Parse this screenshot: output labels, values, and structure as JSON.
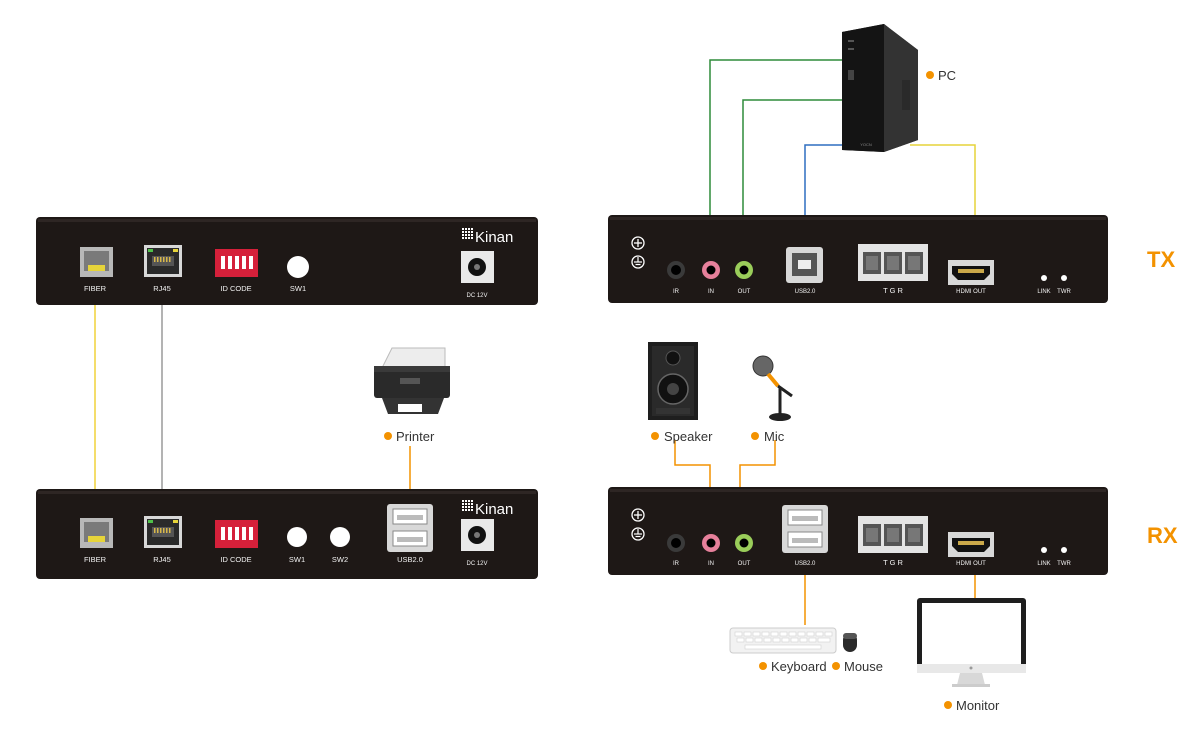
{
  "colors": {
    "orange": "#f39200",
    "device_body": "#1e1816",
    "id_code_red": "#d5203a",
    "fiber_line": "#f0d23a",
    "rj45_line": "#9a9a9a",
    "green_line": "#2e8b3a",
    "blue_line": "#2e6fc0",
    "yellow_line": "#e6d43a"
  },
  "left_tx": {
    "brand": "Kinan",
    "fiber": "FIBER",
    "rj45": "RJ45",
    "id_code": "ID CODE",
    "sw1": "SW1",
    "dc": "DC 12V"
  },
  "left_rx": {
    "brand": "Kinan",
    "fiber": "FIBER",
    "rj45": "RJ45",
    "id_code": "ID CODE",
    "sw1": "SW1",
    "sw2": "SW2",
    "usb": "USB2.0",
    "dc": "DC 12V"
  },
  "right_tx": {
    "side_label": "TX",
    "ir": "IR",
    "in": "IN",
    "out": "OUT",
    "usb": "USB2.0",
    "tgr": "T G R",
    "hdmi": "HDMI OUT",
    "link": "LINK",
    "twr": "TWR",
    "pc_case_text": "YOCN"
  },
  "right_rx": {
    "side_label": "RX",
    "ir": "IR",
    "in": "IN",
    "out": "OUT",
    "usb": "USB2.0",
    "tgr": "T G R",
    "hdmi": "HDMI OUT",
    "link": "LINK",
    "twr": "TWR"
  },
  "peripherals": {
    "pc": "PC",
    "printer": "Printer",
    "speaker": "Speaker",
    "mic": "Mic",
    "keyboard": "Keyboard",
    "mouse": "Mouse",
    "monitor": "Monitor"
  },
  "icons": [
    "plus-icon",
    "ground-icon",
    "fiber-port-icon",
    "rj45-port-icon",
    "dip-switch-icon",
    "usb-a-port-icon",
    "usb-b-port-icon",
    "hdmi-port-icon",
    "dc-jack-icon",
    "audio-jack-icon",
    "led-icon",
    "pc-tower-icon",
    "printer-icon",
    "speaker-icon",
    "microphone-icon",
    "keyboard-icon",
    "mouse-icon",
    "monitor-icon"
  ]
}
